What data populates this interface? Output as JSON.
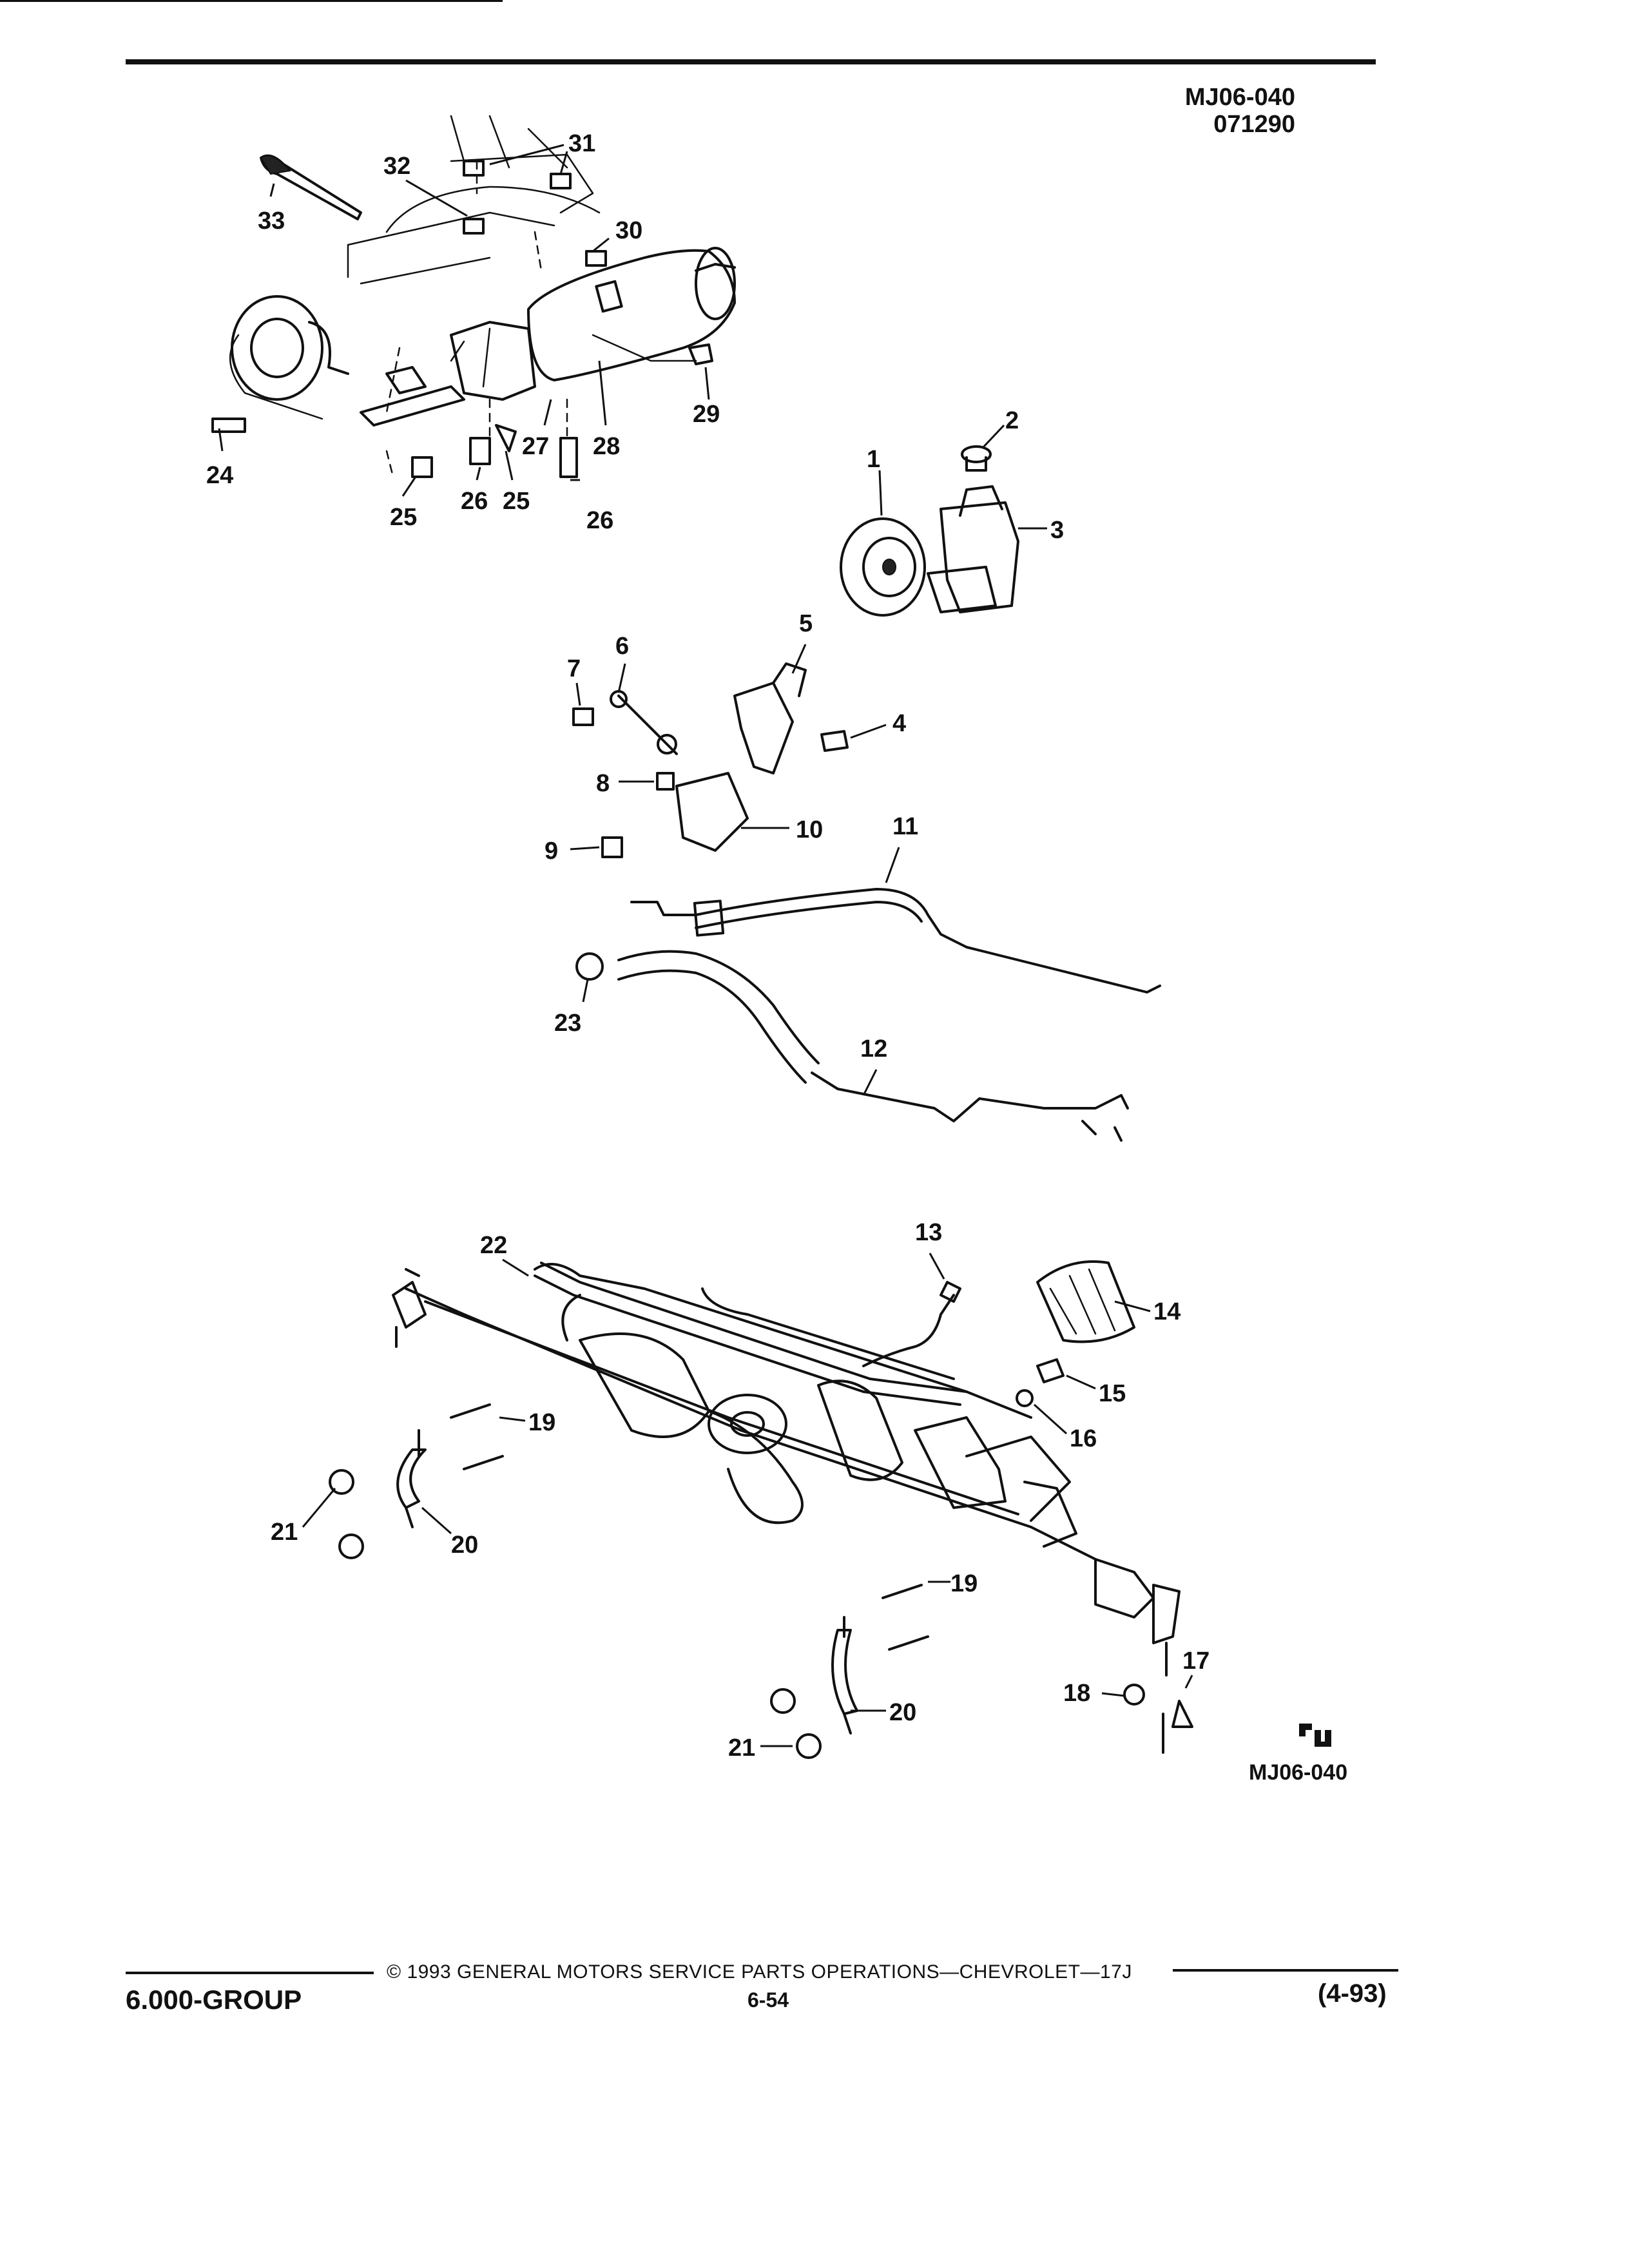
{
  "header": {
    "diagram_code": "MJ06-040",
    "date_code": "071290"
  },
  "callouts": [
    {
      "id": "c1",
      "label": "1"
    },
    {
      "id": "c2",
      "label": "2"
    },
    {
      "id": "c3",
      "label": "3"
    },
    {
      "id": "c4",
      "label": "4"
    },
    {
      "id": "c5",
      "label": "5"
    },
    {
      "id": "c6",
      "label": "6"
    },
    {
      "id": "c7",
      "label": "7"
    },
    {
      "id": "c8",
      "label": "8"
    },
    {
      "id": "c9",
      "label": "9"
    },
    {
      "id": "c10",
      "label": "10"
    },
    {
      "id": "c11",
      "label": "11"
    },
    {
      "id": "c12",
      "label": "12"
    },
    {
      "id": "c13",
      "label": "13"
    },
    {
      "id": "c14",
      "label": "14"
    },
    {
      "id": "c15",
      "label": "15"
    },
    {
      "id": "c16",
      "label": "16"
    },
    {
      "id": "c17",
      "label": "17"
    },
    {
      "id": "c18",
      "label": "18"
    },
    {
      "id": "c19a",
      "label": "19"
    },
    {
      "id": "c19b",
      "label": "19"
    },
    {
      "id": "c20a",
      "label": "20"
    },
    {
      "id": "c20b",
      "label": "20"
    },
    {
      "id": "c21a",
      "label": "21"
    },
    {
      "id": "c21b",
      "label": "21"
    },
    {
      "id": "c22",
      "label": "22"
    },
    {
      "id": "c23",
      "label": "23"
    },
    {
      "id": "c24",
      "label": "24"
    },
    {
      "id": "c25a",
      "label": "25"
    },
    {
      "id": "c25b",
      "label": "25"
    },
    {
      "id": "c26a",
      "label": "26"
    },
    {
      "id": "c26b",
      "label": "26"
    },
    {
      "id": "c27",
      "label": "27"
    },
    {
      "id": "c28",
      "label": "28"
    },
    {
      "id": "c29",
      "label": "29"
    },
    {
      "id": "c30",
      "label": "30"
    },
    {
      "id": "c31",
      "label": "31"
    },
    {
      "id": "c32",
      "label": "32"
    },
    {
      "id": "c33",
      "label": "33"
    }
  ],
  "figure_code": "MJ06-040",
  "footer": {
    "copyright": "© 1993 GENERAL MOTORS SERVICE PARTS OPERATIONS—CHEVROLET—17J",
    "group": "6.000-GROUP",
    "page": "6-54",
    "revision": "(4-93)"
  }
}
